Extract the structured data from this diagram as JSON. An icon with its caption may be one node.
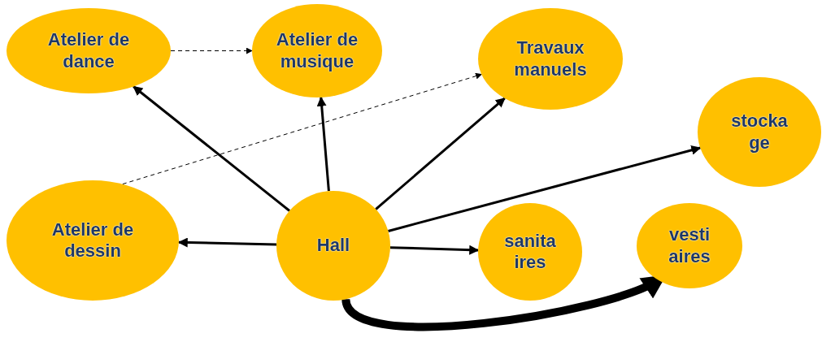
{
  "diagram": {
    "nodes": [
      {
        "text": [
          "Atelier de dance"
        ]
      },
      {
        "text": [
          "Atelier de musique"
        ]
      },
      {
        "text": [
          "Travaux manuels"
        ]
      },
      {
        "text": [
          "stocka ge"
        ]
      },
      {
        "text": [
          "Atelier de dessin"
        ]
      },
      {
        "text": [
          "Hall"
        ]
      },
      {
        "text": [
          "sanita ires"
        ]
      },
      {
        "text": [
          "vesti aires"
        ]
      }
    ],
    "edges": [
      {
        "from": 5,
        "to": 0,
        "arrow": "to"
      },
      {
        "from": 5,
        "to": 1,
        "arrow": "to"
      },
      {
        "from": 5,
        "to": 2,
        "arrow": "to"
      },
      {
        "from": 5,
        "to": 3,
        "arrow": "to"
      },
      {
        "from": 5,
        "to": 4,
        "arrow": "to"
      },
      {
        "from": 5,
        "to": 6,
        "arrow": "to"
      },
      {
        "from": 5,
        "to": 7,
        "arrow": "to",
        "style": "thick"
      },
      {
        "from": 0,
        "to": 1,
        "arrow": "to",
        "style": "dashed"
      },
      {
        "from": 4,
        "to": 2,
        "arrow": "to",
        "style": "dashed"
      }
    ]
  }
}
